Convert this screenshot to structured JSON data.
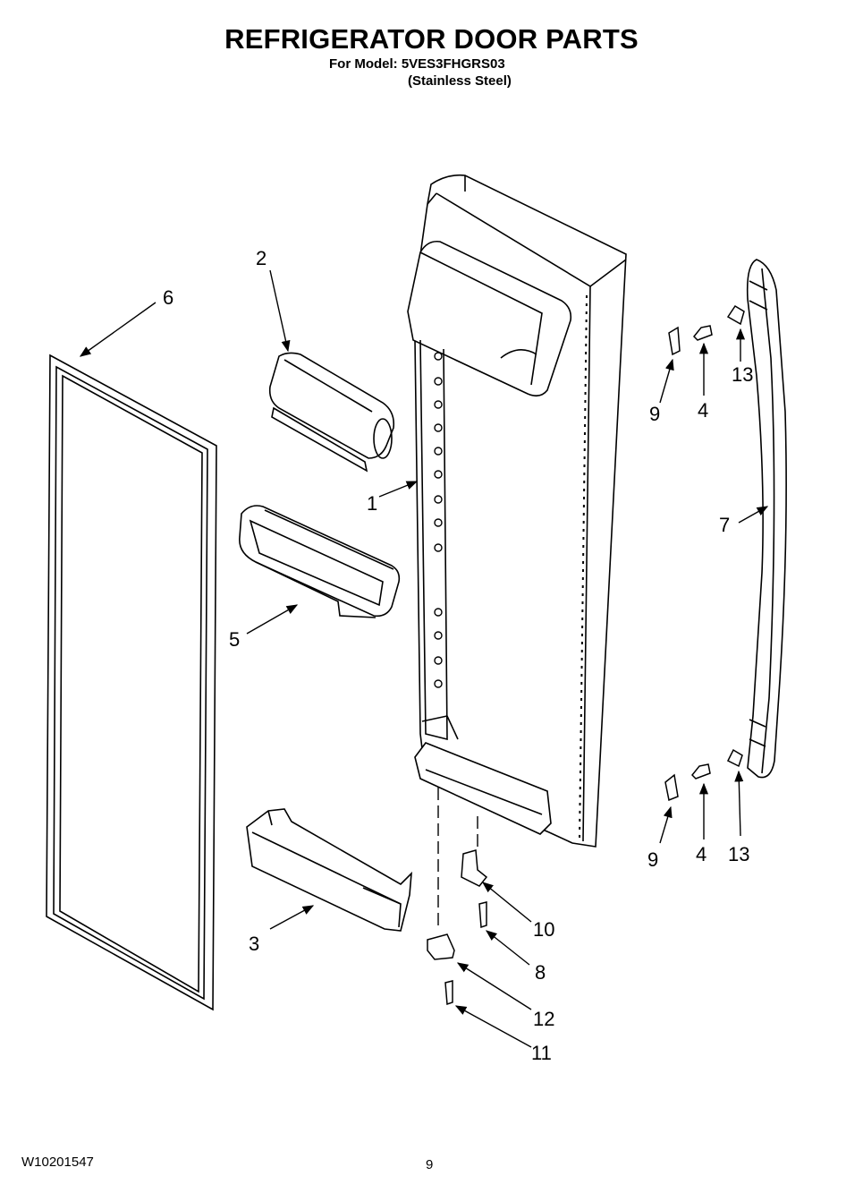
{
  "header": {
    "title": "REFRIGERATOR DOOR PARTS",
    "model_line": "For Model: 5VES3FHGRS03",
    "finish_line": "(Stainless Steel)"
  },
  "footer": {
    "document_number": "W10201547",
    "page_number": "9"
  },
  "callouts": {
    "c1": "1",
    "c2": "2",
    "c3": "3",
    "c4a": "4",
    "c4b": "4",
    "c5": "5",
    "c6": "6",
    "c7": "7",
    "c8": "8",
    "c9a": "9",
    "c9b": "9",
    "c10": "10",
    "c11": "11",
    "c12": "12",
    "c13a": "13",
    "c13b": "13"
  }
}
